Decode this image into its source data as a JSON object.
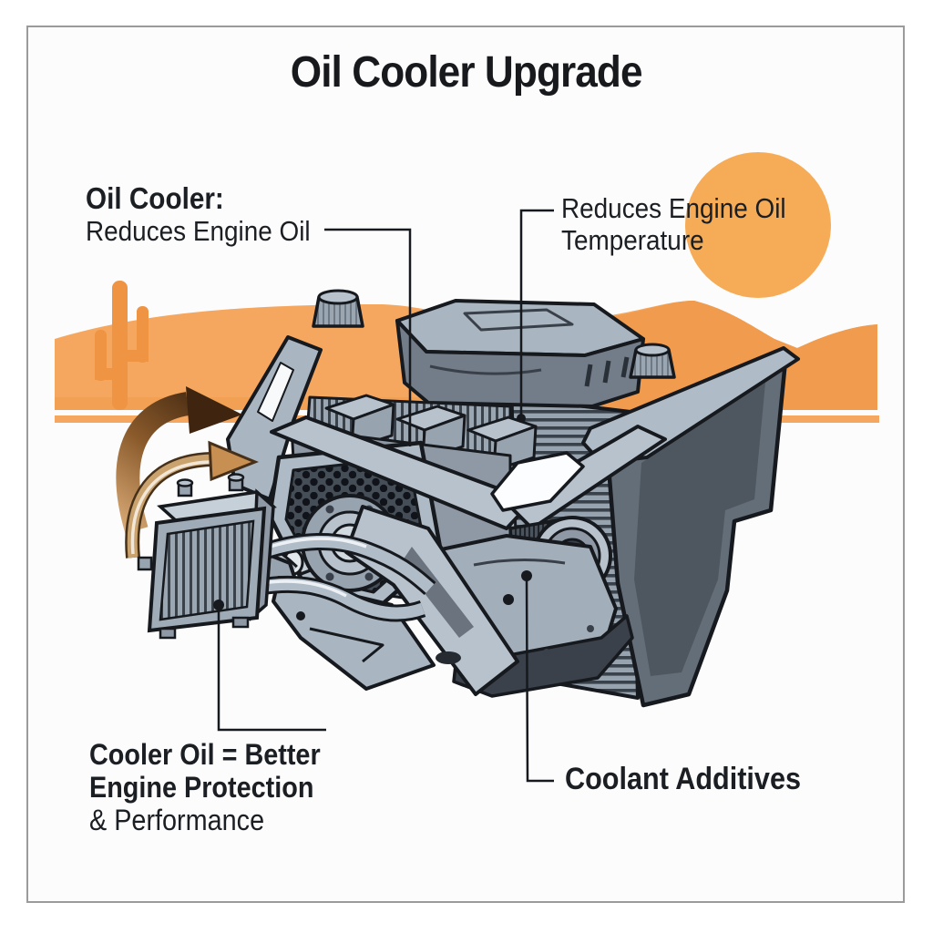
{
  "title": "Oil Cooler Upgrade",
  "labels": {
    "oil_cooler": {
      "heading": "Oil Cooler:",
      "body": "Reduces Engine Oil"
    },
    "oil_temp": {
      "line1": "Reduces Engine Oil",
      "line2": "Temperature"
    },
    "benefit": {
      "line1": "Cooler Oil = Better",
      "line2": "Engine Protection",
      "line3": "& Performance"
    },
    "coolant": {
      "text": "Coolant Additives"
    }
  },
  "palette": {
    "sun": "#F6AC57",
    "dune": "#F5A75F",
    "dune_deep": "#EF994A",
    "cactus": "#EE9443",
    "ground_strip": "#F5A75F",
    "arrow_dark": "#3F250F",
    "arrow_tan": "#C9A26E",
    "arrow_head_tan": "#C78F52",
    "ink": "#16191D"
  }
}
